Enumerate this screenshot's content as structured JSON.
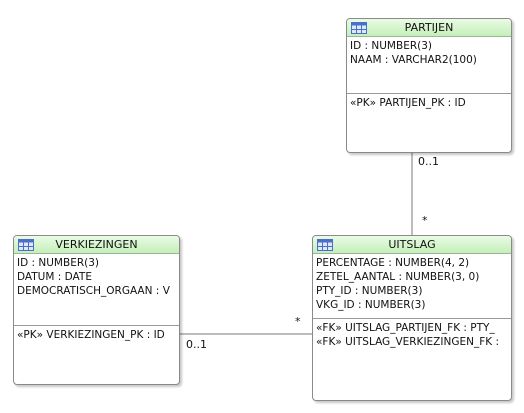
{
  "tables": {
    "partijen": {
      "name": "PARTIJEN",
      "columns": [
        "ID : NUMBER(3)",
        "NAAM : VARCHAR2(100)"
      ],
      "keys": [
        "«PK» PARTIJEN_PK : ID"
      ]
    },
    "verkiezingen": {
      "name": "VERKIEZINGEN",
      "columns": [
        "ID : NUMBER(3)",
        "DATUM : DATE",
        "DEMOCRATISCH_ORGAAN : V"
      ],
      "keys": [
        "«PK» VERKIEZINGEN_PK : ID"
      ]
    },
    "uitslag": {
      "name": "UITSLAG",
      "columns": [
        "PERCENTAGE : NUMBER(4, 2)",
        "ZETEL_AANTAL : NUMBER(3, 0)",
        "PTY_ID : NUMBER(3)",
        "VKG_ID : NUMBER(3)"
      ],
      "keys": [
        "«FK» UITSLAG_PARTIJEN_FK : PTY_",
        "«FK» UITSLAG_VERKIEZINGEN_FK :"
      ]
    }
  },
  "relations": {
    "partijen_uitslag": {
      "from_multiplicity": "0..1",
      "to_multiplicity": "*"
    },
    "verkiezingen_uitslag": {
      "from_multiplicity": "0..1",
      "to_multiplicity": "*"
    }
  },
  "colors": {
    "header_top": "#eafbe6",
    "header_bottom": "#c4efb8",
    "border": "#8a8a8a",
    "icon": "#4a6fc7"
  },
  "icons": {
    "table": "table-grid-icon"
  }
}
